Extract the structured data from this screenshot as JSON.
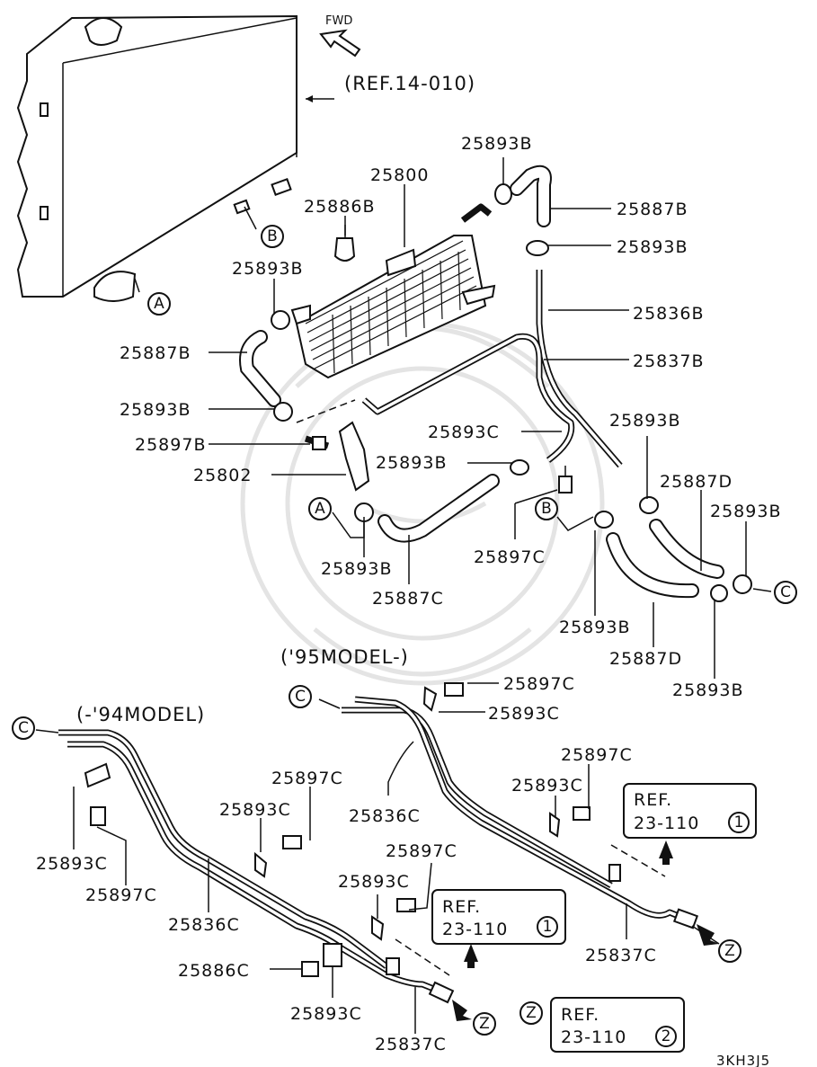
{
  "header": {
    "fwd": "FWD",
    "ref_main": "(REF.14-010)",
    "model_95": "('95MODEL-)",
    "model_94": "(-'94MODEL)"
  },
  "parts": {
    "p25893B_top": "25893B",
    "p25800": "25800",
    "p25886B": "25886B",
    "p25887B_right": "25887B",
    "p25893B_r2": "25893B",
    "p25893B_left": "25893B",
    "p25836B": "25836B",
    "p25887B_left": "25887B",
    "p25837B": "25837B",
    "p25893B_lowleft": "25893B",
    "p25893C_mid": "25893C",
    "p25893B_far_right": "25893B",
    "p25897B": "25897B",
    "p25893B_mid": "25893B",
    "p25887D_top": "25887D",
    "p25802": "25802",
    "p25893B_r3": "25893B",
    "p25897C_mid": "25897C",
    "p25893B_bottom_a": "25893B",
    "p25887C": "25887C",
    "p25893B_bottom_b": "25893B",
    "p25887D_bottom": "25887D",
    "p25893B_bottom_c": "25893B",
    "p25897C_95a": "25897C",
    "p25893C_95a": "25893C",
    "p25897C_95b": "25897C",
    "p25836C_95": "25836C",
    "p25893C_95b": "25893C",
    "p25897C_94a": "25897C",
    "p25893C_94a": "25893C",
    "p25893C_94left": "25893C",
    "p25897C_94left": "25897C",
    "p25897C_94b": "25897C",
    "p25893C_94b": "25893C",
    "p25836C_94": "25836C",
    "p25837C_95": "25837C",
    "p25886C": "25886C",
    "p25893C_94c": "25893C",
    "p25837C_94": "25837C"
  },
  "refs": {
    "box1_line1": "REF.",
    "box1_line2": "23-110",
    "box1_num": "1",
    "box2_line1": "REF.",
    "box2_line2": "23-110",
    "box2_num": "1",
    "box3_line1": "REF.",
    "box3_line2": "23-110",
    "box3_num": "2"
  },
  "markers": {
    "A": "A",
    "B": "B",
    "C": "C",
    "Z": "Z"
  },
  "diagram_code": "3KH3J5"
}
